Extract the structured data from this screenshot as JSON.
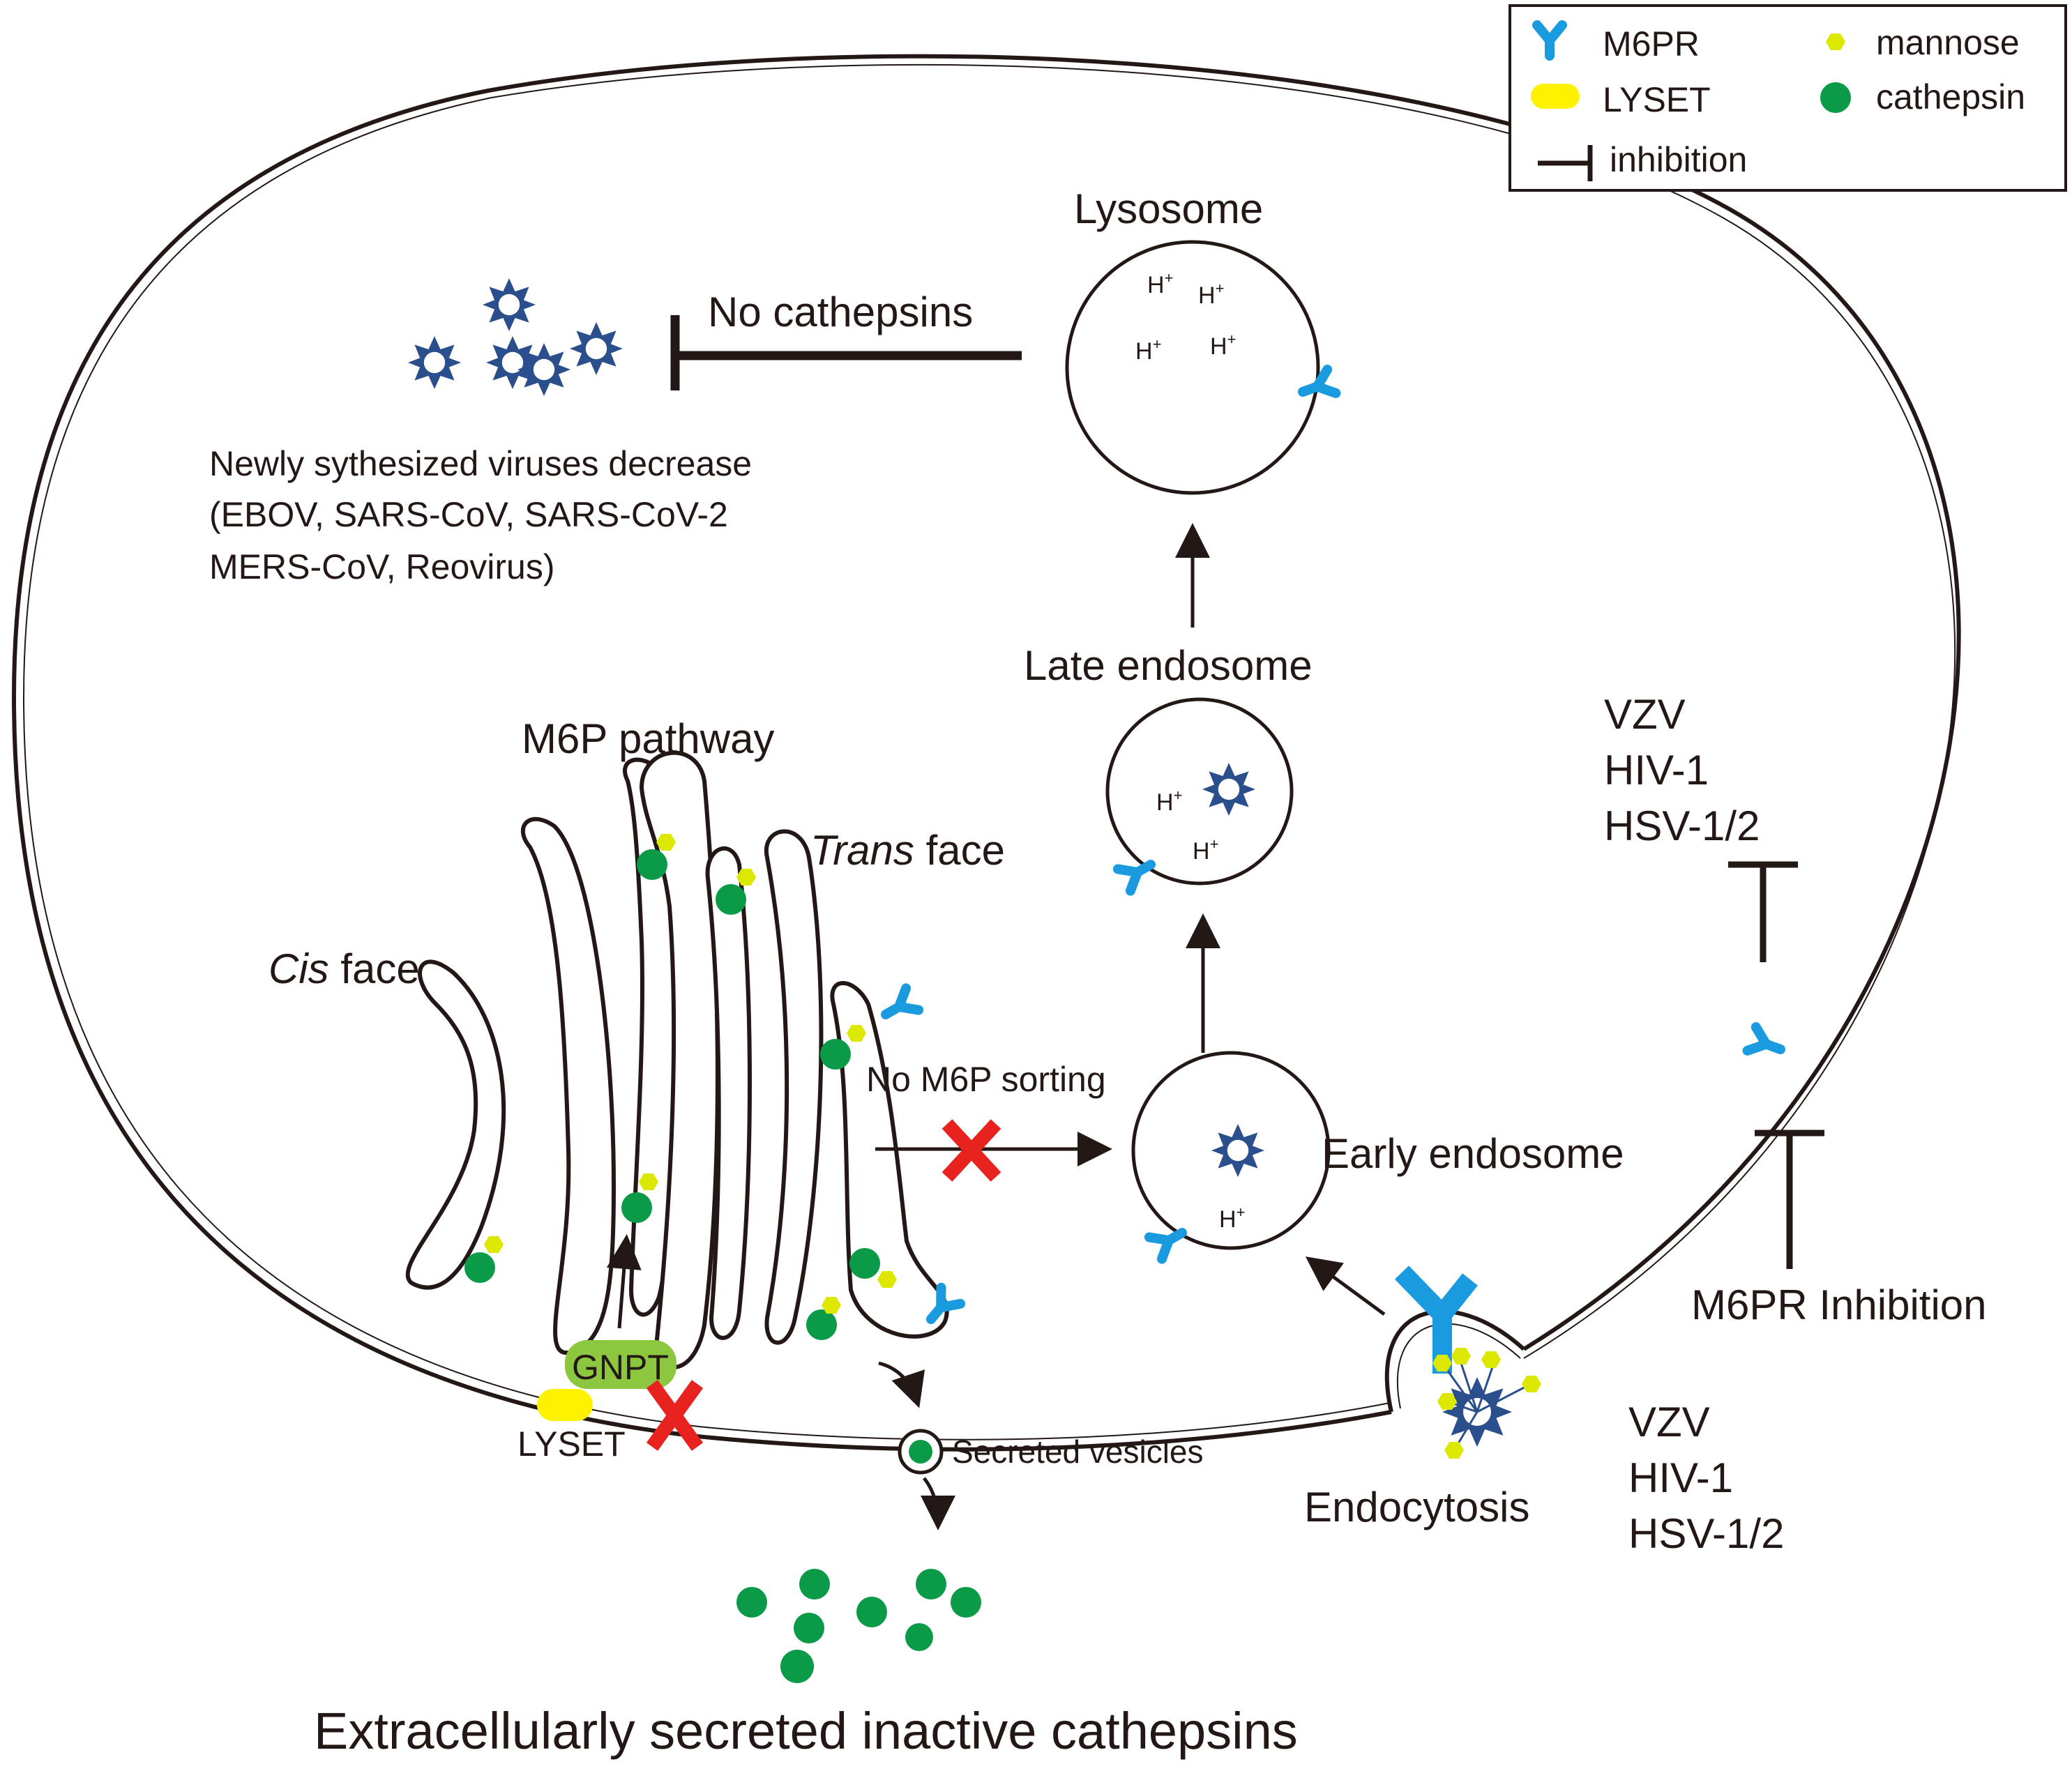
{
  "colors": {
    "outline": "#231815",
    "m6pr": "#1a9be0",
    "lyset": "#fff200",
    "mannose": "#dde800",
    "cathepsin": "#0a9a48",
    "gnpt": "#8dc63f",
    "cross": "#e8231f",
    "virus": "#2a4f8c"
  },
  "legend": {
    "m6pr": "M6PR",
    "lyset": "LYSET",
    "inhibition": "inhibition",
    "mannose": "mannose",
    "cathepsin": "cathepsin"
  },
  "labels": {
    "lysosome": "Lysosome",
    "no_cathepsins": "No cathepsins",
    "viruses_decrease_1": "Newly sythesized viruses decrease",
    "viruses_decrease_2": "(EBOV, SARS-CoV, SARS-CoV-2",
    "viruses_decrease_3": "MERS-CoV, Reovirus)",
    "late_endosome": "Late endosome",
    "early_endosome": "Early endosome",
    "m6p_pathway": "M6P pathway",
    "trans_face_italic": "Trans",
    "trans_face_rest": " face",
    "cis_face_italic": "Cis",
    "cis_face_rest": " face",
    "no_m6p_sorting": "No M6P sorting",
    "gnpt": "GNPT",
    "lyset": "LYSET",
    "secreted_vesicles": "Secreted vesicles",
    "endocytosis": "Endocytosis",
    "m6pr_inhibition": "M6PR Inhibition",
    "extracellular": "Extracellularly secreted inactive cathepsins",
    "h_plus": "H",
    "plus": "+"
  },
  "virus_groups": {
    "top_right": [
      "VZV",
      "HIV-1",
      "HSV-1/2"
    ],
    "bottom_right": [
      "VZV",
      "HIV-1",
      "HSV-1/2"
    ]
  }
}
